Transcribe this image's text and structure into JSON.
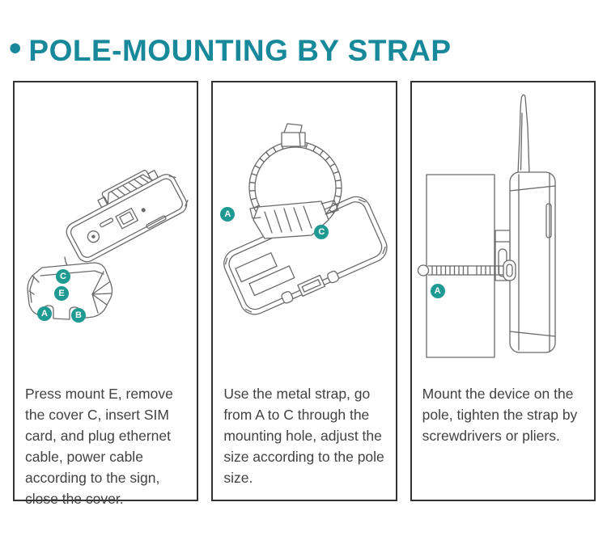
{
  "header": {
    "bullet": "•",
    "title": "POLE-MOUNTING BY STRAP"
  },
  "colors": {
    "accent": "#17899a",
    "badge": "#1f9a92",
    "text": "#424242",
    "line": "#6a6a6a",
    "border": "#333333"
  },
  "panels": [
    {
      "step": "step-1",
      "illustration": "device-with-cover-removed",
      "badges": [
        {
          "label": "C"
        },
        {
          "label": "E"
        },
        {
          "label": "A"
        },
        {
          "label": "B"
        }
      ],
      "caption": "Press mount E, remove the cover C, insert SIM card, and plug ethernet cable, power cable according to the sign, close the cover."
    },
    {
      "step": "step-2",
      "illustration": "device-with-metal-strap",
      "badges": [
        {
          "label": "A"
        },
        {
          "label": "C"
        }
      ],
      "caption": "Use the metal strap, go from A to C through the mounting hole, adjust the size according to the pole size."
    },
    {
      "step": "step-3",
      "illustration": "device-mounted-on-pole",
      "badges": [
        {
          "label": "A"
        }
      ],
      "caption": "Mount the device on the pole, tighten the strap by screwdrivers or pliers."
    }
  ]
}
